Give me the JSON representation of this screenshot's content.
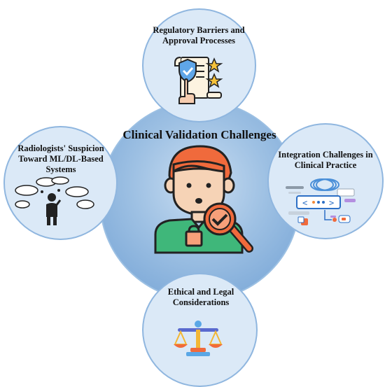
{
  "center": {
    "title": "Clinical Validation Challenges",
    "icon": "clinician-magnifier-check-icon"
  },
  "nodes": {
    "top": {
      "label": "Regulatory Barriers and Approval Processes",
      "icon": "shield-document-stars-icon"
    },
    "left": {
      "label": "Radiologists' Suspicion Toward ML/DL-Based Systems",
      "icon": "doubtful-person-thought-clouds-icon"
    },
    "right": {
      "label": "Integration Challenges in Clinical Practice",
      "icon": "code-workflow-integration-icon"
    },
    "bottom": {
      "label": "Ethical and Legal Considerations",
      "icon": "balance-scales-icon"
    }
  },
  "colors": {
    "center_fill": "#9dc0e3",
    "satellite_fill": "#dbe9f7",
    "outline": "#8fb6df",
    "hair": "#f06a3c",
    "shirt": "#3fb77a",
    "accent": "#f26a3a"
  }
}
